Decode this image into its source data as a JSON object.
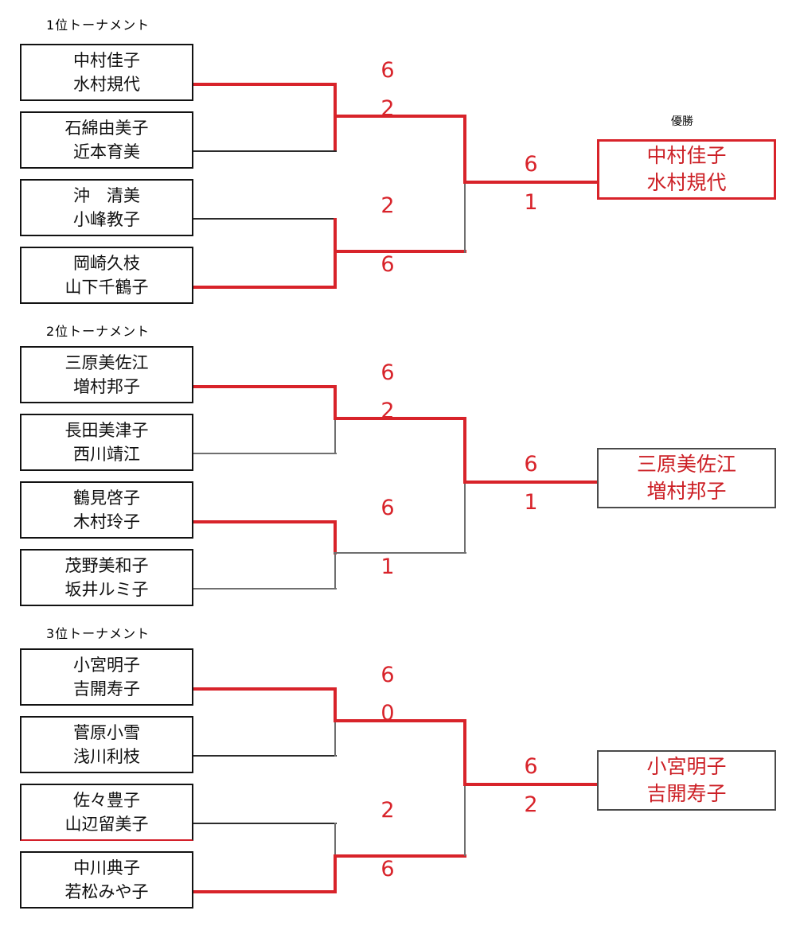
{
  "page": {
    "background": "#ffffff",
    "line_red": "#d8232a",
    "line_black": "#2b2b2b",
    "text_red": "#cc1f25"
  },
  "tournaments": [
    {
      "title": "1位トーナメント",
      "teams": [
        {
          "line1": "中村佳子",
          "line2": "水村規代"
        },
        {
          "line1": "石綿由美子",
          "line2": "近本育美"
        },
        {
          "line1": "沖　清美",
          "line2": "小峰教子"
        },
        {
          "line1": "岡崎久枝",
          "line2": "山下千鶴子"
        }
      ],
      "semifinals": [
        {
          "top_score": "6",
          "bottom_score": "2"
        },
        {
          "top_score": "2",
          "bottom_score": "6"
        }
      ],
      "final": {
        "top_score": "6",
        "bottom_score": "1"
      },
      "winner": {
        "line1": "中村佳子",
        "line2": "水村規代"
      },
      "champion_label": "優勝"
    },
    {
      "title": "2位トーナメント",
      "teams": [
        {
          "line1": "三原美佐江",
          "line2": "増村邦子"
        },
        {
          "line1": "長田美津子",
          "line2": "西川靖江"
        },
        {
          "line1": "鶴見啓子",
          "line2": "木村玲子"
        },
        {
          "line1": "茂野美和子",
          "line2": "坂井ルミ子"
        }
      ],
      "semifinals": [
        {
          "top_score": "6",
          "bottom_score": "2"
        },
        {
          "top_score": "6",
          "bottom_score": "1"
        }
      ],
      "final": {
        "top_score": "6",
        "bottom_score": "1"
      },
      "winner": {
        "line1": "三原美佐江",
        "line2": "増村邦子"
      },
      "champion_label": ""
    },
    {
      "title": "3位トーナメント",
      "teams": [
        {
          "line1": "小宮明子",
          "line2": "吉開寿子"
        },
        {
          "line1": "菅原小雪",
          "line2": "浅川利枝"
        },
        {
          "line1": "佐々豊子",
          "line2": "山辺留美子"
        },
        {
          "line1": "中川典子",
          "line2": "若松みや子"
        }
      ],
      "semifinals": [
        {
          "top_score": "6",
          "bottom_score": "0"
        },
        {
          "top_score": "2",
          "bottom_score": "6"
        }
      ],
      "final": {
        "top_score": "6",
        "bottom_score": "2"
      },
      "winner": {
        "line1": "小宮明子",
        "line2": "吉開寿子"
      },
      "champion_label": ""
    }
  ]
}
